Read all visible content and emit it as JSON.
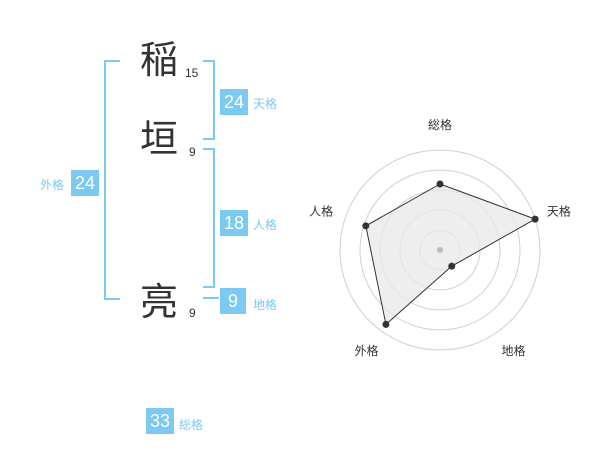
{
  "name": {
    "char1": {
      "kanji": "稲",
      "strokes": "15"
    },
    "char2": {
      "kanji": "垣",
      "strokes": "9"
    },
    "char3": {
      "kanji": "亮",
      "strokes": "9"
    }
  },
  "fortune": {
    "tenkaku": {
      "value": "24",
      "label": "天格"
    },
    "jinkaku": {
      "value": "18",
      "label": "人格"
    },
    "chikaku": {
      "value": "9",
      "label": "地格"
    },
    "gaikaku": {
      "value": "24",
      "label": "外格"
    },
    "soukaku": {
      "value": "33",
      "label": "総格"
    }
  },
  "colors": {
    "accent": "#7cc9f1",
    "text": "#333333",
    "radar_fill": "#e8e8e8",
    "radar_ring": "#d0d0d0",
    "radar_line": "#333333"
  },
  "chart_data": {
    "type": "radar",
    "axes": [
      "総格",
      "天格",
      "地格",
      "外格",
      "人格"
    ],
    "values": [
      3.3,
      5,
      1,
      4.6,
      3.9
    ],
    "max": 5,
    "rings": 5
  }
}
